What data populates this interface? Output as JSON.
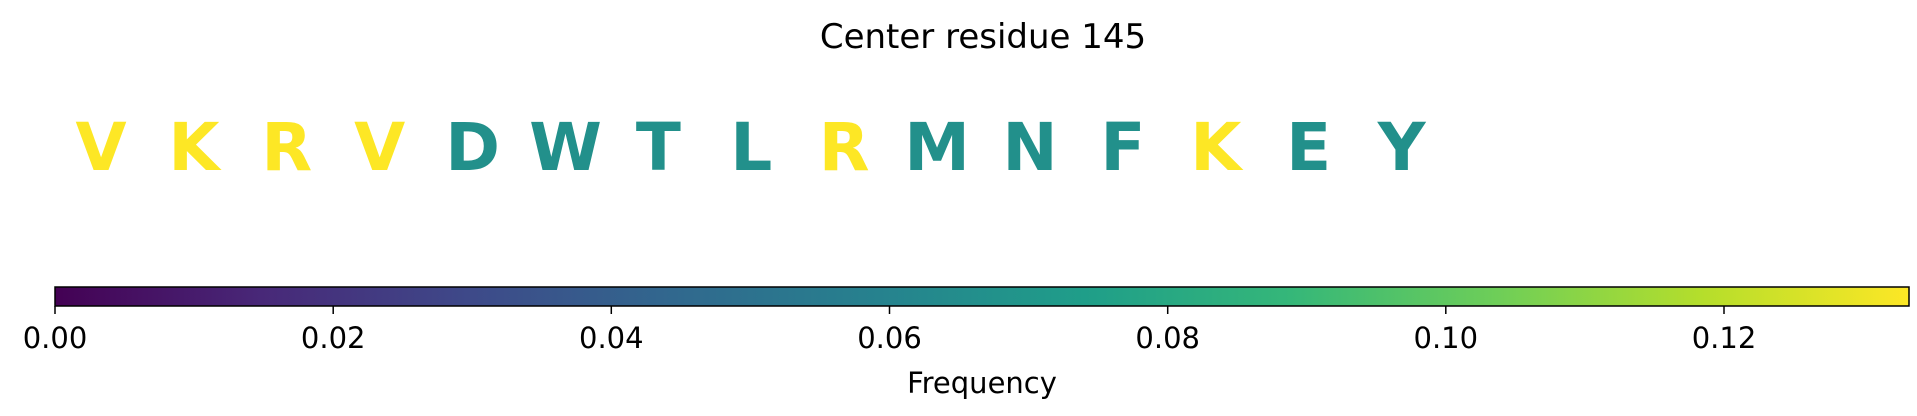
{
  "chart_data": {
    "type": "heatmap",
    "title": "Center residue 145",
    "residues": [
      {
        "letter": "V",
        "frequency": 0.1333
      },
      {
        "letter": "K",
        "frequency": 0.1333
      },
      {
        "letter": "R",
        "frequency": 0.1333
      },
      {
        "letter": "V",
        "frequency": 0.1333
      },
      {
        "letter": "D",
        "frequency": 0.0667
      },
      {
        "letter": "W",
        "frequency": 0.0667
      },
      {
        "letter": "T",
        "frequency": 0.0667
      },
      {
        "letter": "L",
        "frequency": 0.0667
      },
      {
        "letter": "R",
        "frequency": 0.1333
      },
      {
        "letter": "M",
        "frequency": 0.0667
      },
      {
        "letter": "N",
        "frequency": 0.0667
      },
      {
        "letter": "F",
        "frequency": 0.0667
      },
      {
        "letter": "K",
        "frequency": 0.1333
      },
      {
        "letter": "E",
        "frequency": 0.0667
      },
      {
        "letter": "Y",
        "frequency": 0.0667
      }
    ],
    "colorbar": {
      "label": "Frequency",
      "range": [
        0,
        0.1333
      ],
      "ticks": [
        {
          "value": 0.0,
          "label": "0.00"
        },
        {
          "value": 0.02,
          "label": "0.02"
        },
        {
          "value": 0.04,
          "label": "0.04"
        },
        {
          "value": 0.06,
          "label": "0.06"
        },
        {
          "value": 0.08,
          "label": "0.08"
        },
        {
          "value": 0.1,
          "label": "0.10"
        },
        {
          "value": 0.12,
          "label": "0.12"
        }
      ],
      "colormap": "viridis",
      "colormap_stops": [
        "#440154",
        "#482878",
        "#3e4989",
        "#31688e",
        "#26828e",
        "#1f9e89",
        "#35b779",
        "#6ece58",
        "#b5de2b",
        "#fde725"
      ]
    }
  }
}
